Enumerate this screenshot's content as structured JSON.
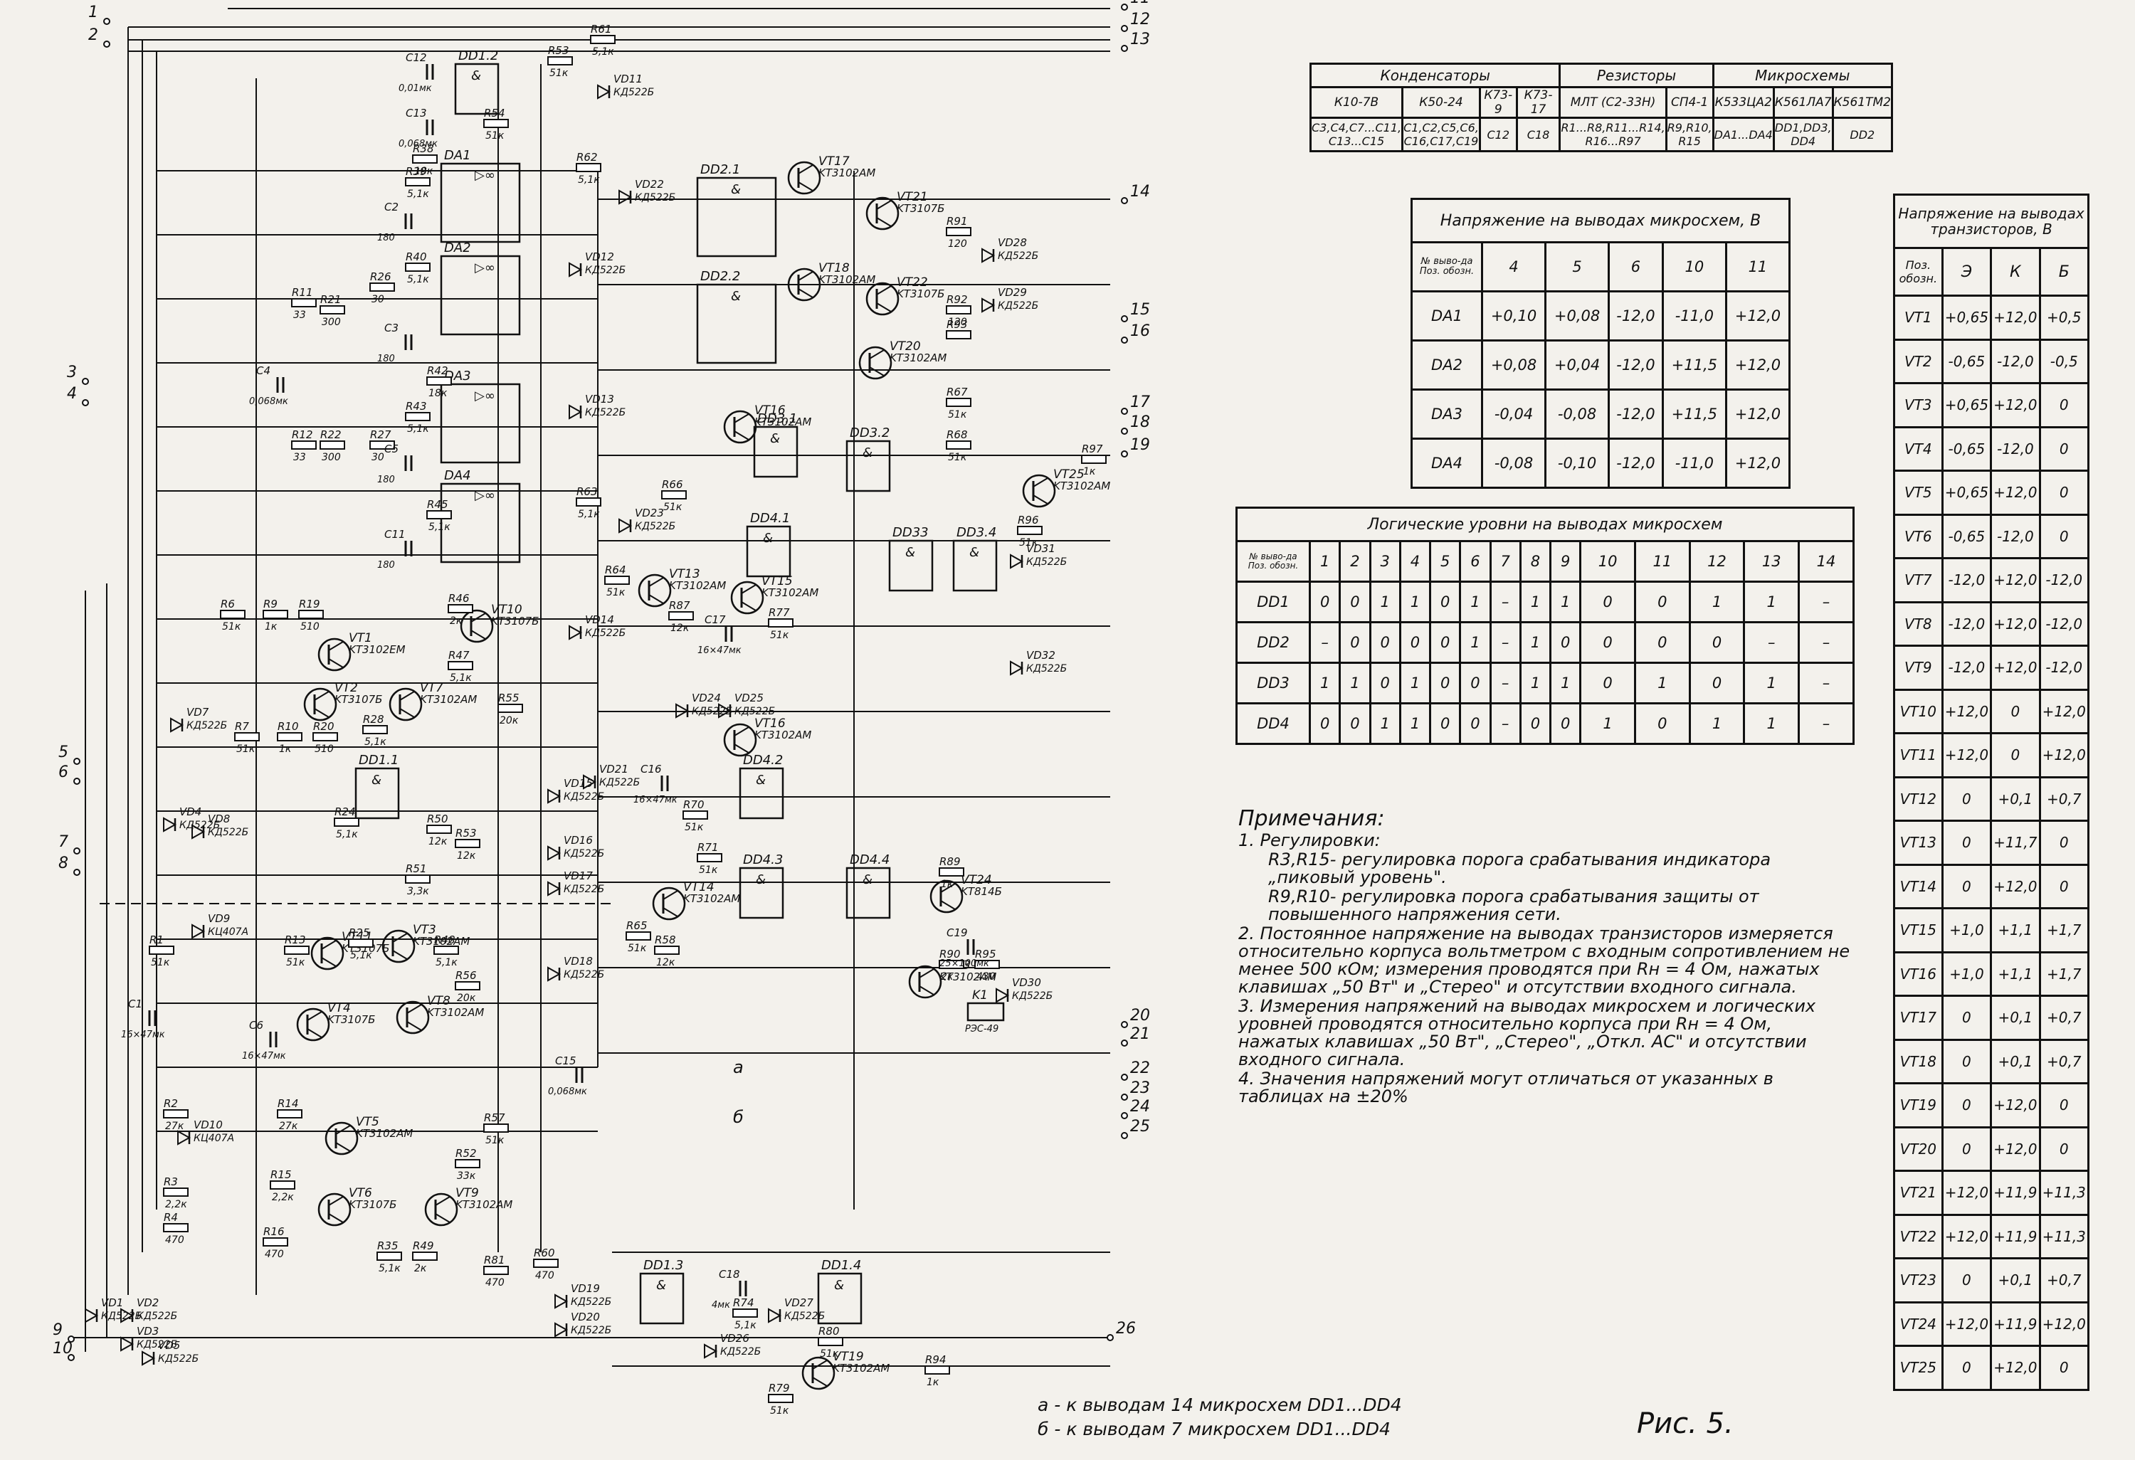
{
  "schematic": {
    "ics": [
      {
        "id": "DD1.2",
        "lab": "DD1.2"
      },
      {
        "id": "DA1",
        "lab": "DA1"
      },
      {
        "id": "DA2",
        "lab": "DA2"
      },
      {
        "id": "DA3",
        "lab": "DA3"
      },
      {
        "id": "DA4",
        "lab": "DA4"
      },
      {
        "id": "DD2.1",
        "lab": "DD2.1"
      },
      {
        "id": "DD2.2",
        "lab": "DD2.2"
      },
      {
        "id": "DD3.1",
        "lab": "DD3.1"
      },
      {
        "id": "DD3.2",
        "lab": "DD3.2"
      },
      {
        "id": "DD4.1",
        "lab": "DD4.1"
      },
      {
        "id": "DD3.3",
        "lab": "DD33"
      },
      {
        "id": "DD3.4",
        "lab": "DD3.4"
      },
      {
        "id": "DD1.1",
        "lab": "DD1.1"
      },
      {
        "id": "DD4.2",
        "lab": "DD4.2"
      },
      {
        "id": "DD4.3",
        "lab": "DD4.3"
      },
      {
        "id": "DD4.4",
        "lab": "DD4.4"
      },
      {
        "id": "DD1.3",
        "lab": "DD1.3"
      },
      {
        "id": "DD1.4",
        "lab": "DD1.4"
      }
    ],
    "transistors": [
      {
        "ref": "VT17",
        "type": "KT3102AM"
      },
      {
        "ref": "VT21",
        "type": "KT3107Б"
      },
      {
        "ref": "VT18",
        "type": "KT3102AM"
      },
      {
        "ref": "VT22",
        "type": "KT3107Б"
      },
      {
        "ref": "VT20",
        "type": "KT3102AM"
      },
      {
        "ref": "VT16",
        "type": "KT3102AM"
      },
      {
        "ref": "VT13",
        "type": "KT3102AM"
      },
      {
        "ref": "VT15",
        "type": "KT3102AM"
      },
      {
        "ref": "VT25",
        "type": "KT3102AM"
      },
      {
        "ref": "VT10",
        "type": "KT3107Б"
      },
      {
        "ref": "VT1",
        "type": "KT3102EM"
      },
      {
        "ref": "VT2",
        "type": "KT3107Б"
      },
      {
        "ref": "VT7",
        "type": "KT3102AM"
      },
      {
        "ref": "VT16",
        "type": "KT3102AM"
      },
      {
        "ref": "VT14",
        "type": "KT3102AM"
      },
      {
        "ref": "VT24",
        "type": "KT814Б"
      },
      {
        "ref": "VT23",
        "type": "KT3102AM"
      },
      {
        "ref": "VT11",
        "type": "KT3107Б"
      },
      {
        "ref": "VT3",
        "type": "KT3102AM"
      },
      {
        "ref": "VT4",
        "type": "KT3107Б"
      },
      {
        "ref": "VT8",
        "type": "KT3102AM"
      },
      {
        "ref": "VT5",
        "type": "KT3102AM"
      },
      {
        "ref": "VT6",
        "type": "KT3107Б"
      },
      {
        "ref": "VT9",
        "type": "KT3102AM"
      },
      {
        "ref": "VT19",
        "type": "KT3102AM"
      }
    ],
    "resistors": [
      {
        "ref": "R61",
        "val": "5,1к"
      },
      {
        "ref": "R53",
        "val": "51к"
      },
      {
        "ref": "R54",
        "val": "51к"
      },
      {
        "ref": "R38",
        "val": "18к"
      },
      {
        "ref": "R39",
        "val": "5,1к"
      },
      {
        "ref": "R62",
        "val": "5,1к"
      },
      {
        "ref": "R26",
        "val": "30"
      },
      {
        "ref": "R21",
        "val": "300"
      },
      {
        "ref": "R11",
        "val": "33"
      },
      {
        "ref": "R40",
        "val": "5,1к"
      },
      {
        "ref": "R12",
        "val": "33"
      },
      {
        "ref": "R22",
        "val": "300"
      },
      {
        "ref": "R27",
        "val": "30"
      },
      {
        "ref": "R42",
        "val": "18к"
      },
      {
        "ref": "R43",
        "val": "5,1к"
      },
      {
        "ref": "R45",
        "val": "5,1к"
      },
      {
        "ref": "R63",
        "val": "5,1к"
      },
      {
        "ref": "R64",
        "val": "51к"
      },
      {
        "ref": "R66",
        "val": "51к"
      },
      {
        "ref": "R87",
        "val": "12к"
      },
      {
        "ref": "R77",
        "val": "51к"
      },
      {
        "ref": "R91",
        "val": "120"
      },
      {
        "ref": "R92",
        "val": "120"
      },
      {
        "ref": "R93",
        "val": ""
      },
      {
        "ref": "R67",
        "val": "51к"
      },
      {
        "ref": "R68",
        "val": "51к"
      },
      {
        "ref": "R97",
        "val": "1к"
      },
      {
        "ref": "R96",
        "val": "51к"
      },
      {
        "ref": "R6",
        "val": "51к"
      },
      {
        "ref": "R9",
        "val": "1к"
      },
      {
        "ref": "R19",
        "val": "510"
      },
      {
        "ref": "R46",
        "val": "2к"
      },
      {
        "ref": "R47",
        "val": "5,1к"
      },
      {
        "ref": "R55",
        "val": "20к"
      },
      {
        "ref": "R28",
        "val": "5,1к"
      },
      {
        "ref": "R7",
        "val": "51к"
      },
      {
        "ref": "R10",
        "val": "1к"
      },
      {
        "ref": "R20",
        "val": "510"
      },
      {
        "ref": "R24",
        "val": "5,1к"
      },
      {
        "ref": "R50",
        "val": "12к"
      },
      {
        "ref": "R53",
        "val": "12к"
      },
      {
        "ref": "R51",
        "val": "3,3к"
      },
      {
        "ref": "R70",
        "val": "51к"
      },
      {
        "ref": "R71",
        "val": "51к"
      },
      {
        "ref": "R89",
        "val": "1к"
      },
      {
        "ref": "R65",
        "val": "51к"
      },
      {
        "ref": "R58",
        "val": "12к"
      },
      {
        "ref": "R90",
        "val": "2к"
      },
      {
        "ref": "R95",
        "val": "430"
      },
      {
        "ref": "R1",
        "val": "51к"
      },
      {
        "ref": "R13",
        "val": "51к"
      },
      {
        "ref": "R25",
        "val": "5,1к"
      },
      {
        "ref": "R48",
        "val": "5,1к"
      },
      {
        "ref": "R56",
        "val": "20к"
      },
      {
        "ref": "R2",
        "val": "27к"
      },
      {
        "ref": "R14",
        "val": "27к"
      },
      {
        "ref": "R15",
        "val": "2,2к"
      },
      {
        "ref": "R57",
        "val": "51к"
      },
      {
        "ref": "R52",
        "val": "33к"
      },
      {
        "ref": "R3",
        "val": "2,2к"
      },
      {
        "ref": "R4",
        "val": "470"
      },
      {
        "ref": "R16",
        "val": "470"
      },
      {
        "ref": "R35",
        "val": "5,1к"
      },
      {
        "ref": "R49",
        "val": "2к"
      },
      {
        "ref": "R60",
        "val": "470"
      },
      {
        "ref": "R81",
        "val": "470"
      },
      {
        "ref": "R74",
        "val": "5,1к"
      },
      {
        "ref": "R80",
        "val": "51к"
      },
      {
        "ref": "R79",
        "val": "51к"
      },
      {
        "ref": "R94",
        "val": "1к"
      }
    ],
    "capacitors": [
      {
        "ref": "C12",
        "val": "0,01мк"
      },
      {
        "ref": "C13",
        "val": "0,068мк"
      },
      {
        "ref": "C2",
        "val": "180"
      },
      {
        "ref": "C3",
        "val": "180"
      },
      {
        "ref": "C4",
        "val": "0,068мк"
      },
      {
        "ref": "C11",
        "val": "180"
      },
      {
        "ref": "C16",
        "val": "16×47мк"
      },
      {
        "ref": "C19",
        "val": "25×100мк"
      },
      {
        "ref": "C1",
        "val": "16×47мк"
      },
      {
        "ref": "C6",
        "val": "16×47мк"
      },
      {
        "ref": "C15",
        "val": "0,068мк"
      },
      {
        "ref": "C18",
        "val": "4мк"
      },
      {
        "ref": "C5",
        "val": "180"
      },
      {
        "ref": "C17",
        "val": "16×47мк"
      }
    ],
    "diodes": [
      {
        "ref": "VD11",
        "type": "КД522Б"
      },
      {
        "ref": "VD22",
        "type": "КД522Б"
      },
      {
        "ref": "VD12",
        "type": "КД522Б"
      },
      {
        "ref": "VD28",
        "type": "КД522Б"
      },
      {
        "ref": "VD29",
        "type": "КД522Б"
      },
      {
        "ref": "VD13",
        "type": "КД522Б"
      },
      {
        "ref": "VD23",
        "type": "КД522Б"
      },
      {
        "ref": "VD14",
        "type": "КД522Б"
      },
      {
        "ref": "VD31",
        "type": "КД522Б"
      },
      {
        "ref": "VD32",
        "type": "КД522Б"
      },
      {
        "ref": "VD24",
        "type": "КД522Б"
      },
      {
        "ref": "VD25",
        "type": "КД522Б"
      },
      {
        "ref": "VD21",
        "type": "КД522Б"
      },
      {
        "ref": "VD15",
        "type": "КД522Б"
      },
      {
        "ref": "VD16",
        "type": "КД522Б"
      },
      {
        "ref": "VD17",
        "type": "КД522Б"
      },
      {
        "ref": "VD18",
        "type": "КД522Б"
      },
      {
        "ref": "VD30",
        "type": "КД522Б"
      },
      {
        "ref": "VD7",
        "type": "КД522Б"
      },
      {
        "ref": "VD8",
        "type": "КД522Б"
      },
      {
        "ref": "VD4",
        "type": "КД522Б"
      },
      {
        "ref": "VD9",
        "type": "КЦ407А"
      },
      {
        "ref": "VD10",
        "type": "КЦ407А"
      },
      {
        "ref": "VD1",
        "type": "КД522Б"
      },
      {
        "ref": "VD2",
        "type": "КД522Б"
      },
      {
        "ref": "VD3",
        "type": "КД522Б"
      },
      {
        "ref": "VD5",
        "type": "КД522Б"
      },
      {
        "ref": "VD19",
        "type": "КД522Б"
      },
      {
        "ref": "VD20",
        "type": "КД522Б"
      },
      {
        "ref": "VD26",
        "type": "КД522Б"
      },
      {
        "ref": "VD27",
        "type": "КД522Б"
      }
    ],
    "relay": {
      "ref": "K1",
      "val": "РЭС-49"
    },
    "connector_pins": [
      "1",
      "2",
      "3",
      "4",
      "5",
      "6",
      "7",
      "8",
      "9",
      "10",
      "11",
      "12",
      "13",
      "14",
      "15",
      "16",
      "17",
      "18",
      "19",
      "20",
      "21",
      "22",
      "23",
      "24",
      "25",
      "26"
    ],
    "bus_labels": [
      "а",
      "б"
    ]
  },
  "components_table": {
    "groups": [
      "Конденсаторы",
      "Резисторы",
      "Микросхемы"
    ],
    "types": [
      "К10-7В",
      "К50-24",
      "К73-9",
      "К73-17",
      "МЛТ (С2-33Н)",
      "СП4-1",
      "К533ЦА2",
      "К561ЛА7",
      "К561ТМ2"
    ],
    "refs": [
      "С3,С4,С7...С11,\nС13...С15",
      "С1,С2,С5,С6,\nС16,С17,С19",
      "С12",
      "С18",
      "R1...R8,R11...R14,\nR16...R97",
      "R9,R10,\nR15",
      "DA1...DA4",
      "DD1,DD3,\nDD4",
      "DD2"
    ]
  },
  "ic_voltage_table": {
    "title": "Напряжение на выводах микросхем, В",
    "corner_top": "№ выво-да",
    "corner_bottom": "Поз. обозн.",
    "pins": [
      "4",
      "5",
      "6",
      "10",
      "11"
    ],
    "rows": [
      {
        "name": "DA1",
        "vals": [
          "+0,10",
          "+0,08",
          "-12,0",
          "-11,0",
          "+12,0"
        ]
      },
      {
        "name": "DA2",
        "vals": [
          "+0,08",
          "+0,04",
          "-12,0",
          "+11,5",
          "+12,0"
        ]
      },
      {
        "name": "DA3",
        "vals": [
          "-0,04",
          "-0,08",
          "-12,0",
          "+11,5",
          "+12,0"
        ]
      },
      {
        "name": "DA4",
        "vals": [
          "-0,08",
          "-0,10",
          "-12,0",
          "-11,0",
          "+12,0"
        ]
      }
    ]
  },
  "logic_table": {
    "title": "Логические уровни на выводах микросхем",
    "corner_top": "№ выво-да",
    "corner_bottom": "Поз. обозн.",
    "pins": [
      "1",
      "2",
      "3",
      "4",
      "5",
      "6",
      "7",
      "8",
      "9",
      "10",
      "11",
      "12",
      "13",
      "14"
    ],
    "rows": [
      {
        "name": "DD1",
        "vals": [
          "0",
          "0",
          "1",
          "1",
          "0",
          "1",
          "–",
          "1",
          "1",
          "0",
          "0",
          "1",
          "1",
          "–"
        ]
      },
      {
        "name": "DD2",
        "vals": [
          "–",
          "0",
          "0",
          "0",
          "0",
          "1",
          "–",
          "1",
          "0",
          "0",
          "0",
          "0",
          "–",
          "–"
        ]
      },
      {
        "name": "DD3",
        "vals": [
          "1",
          "1",
          "0",
          "1",
          "0",
          "0",
          "–",
          "1",
          "1",
          "0",
          "1",
          "0",
          "1",
          "–"
        ]
      },
      {
        "name": "DD4",
        "vals": [
          "0",
          "0",
          "1",
          "1",
          "0",
          "0",
          "–",
          "0",
          "0",
          "1",
          "0",
          "1",
          "1",
          "–"
        ]
      }
    ]
  },
  "transistor_table": {
    "title": "Напряжение на выводах транзисторов, В",
    "pos_label": "Поз. обозн.",
    "cols": [
      "Э",
      "К",
      "Б"
    ],
    "rows": [
      {
        "name": "VT1",
        "vals": [
          "+0,65",
          "+12,0",
          "+0,5"
        ]
      },
      {
        "name": "VT2",
        "vals": [
          "-0,65",
          "-12,0",
          "-0,5"
        ]
      },
      {
        "name": "VT3",
        "vals": [
          "+0,65",
          "+12,0",
          "0"
        ]
      },
      {
        "name": "VT4",
        "vals": [
          "-0,65",
          "-12,0",
          "0"
        ]
      },
      {
        "name": "VT5",
        "vals": [
          "+0,65",
          "+12,0",
          "0"
        ]
      },
      {
        "name": "VT6",
        "vals": [
          "-0,65",
          "-12,0",
          "0"
        ]
      },
      {
        "name": "VT7",
        "vals": [
          "-12,0",
          "+12,0",
          "-12,0"
        ]
      },
      {
        "name": "VT8",
        "vals": [
          "-12,0",
          "+12,0",
          "-12,0"
        ]
      },
      {
        "name": "VT9",
        "vals": [
          "-12,0",
          "+12,0",
          "-12,0"
        ]
      },
      {
        "name": "VT10",
        "vals": [
          "+12,0",
          "0",
          "+12,0"
        ]
      },
      {
        "name": "VT11",
        "vals": [
          "+12,0",
          "0",
          "+12,0"
        ]
      },
      {
        "name": "VT12",
        "vals": [
          "0",
          "+0,1",
          "+0,7"
        ]
      },
      {
        "name": "VT13",
        "vals": [
          "0",
          "+11,7",
          "0"
        ]
      },
      {
        "name": "VT14",
        "vals": [
          "0",
          "+12,0",
          "0"
        ]
      },
      {
        "name": "VT15",
        "vals": [
          "+1,0",
          "+1,1",
          "+1,7"
        ]
      },
      {
        "name": "VT16",
        "vals": [
          "+1,0",
          "+1,1",
          "+1,7"
        ]
      },
      {
        "name": "VT17",
        "vals": [
          "0",
          "+0,1",
          "+0,7"
        ]
      },
      {
        "name": "VT18",
        "vals": [
          "0",
          "+0,1",
          "+0,7"
        ]
      },
      {
        "name": "VT19",
        "vals": [
          "0",
          "+12,0",
          "0"
        ]
      },
      {
        "name": "VT20",
        "vals": [
          "0",
          "+12,0",
          "0"
        ]
      },
      {
        "name": "VT21",
        "vals": [
          "+12,0",
          "+11,9",
          "+11,3"
        ]
      },
      {
        "name": "VT22",
        "vals": [
          "+12,0",
          "+11,9",
          "+11,3"
        ]
      },
      {
        "name": "VT23",
        "vals": [
          "0",
          "+0,1",
          "+0,7"
        ]
      },
      {
        "name": "VT24",
        "vals": [
          "+12,0",
          "+11,9",
          "+12,0"
        ]
      },
      {
        "name": "VT25",
        "vals": [
          "0",
          "+12,0",
          "0"
        ]
      }
    ]
  },
  "notes": {
    "title": "Примечания:",
    "n1": "1. Регулировки:",
    "n1a": "R3,R15- регулировка порога срабатывания индикатора „пиковый уровень\".",
    "n1b": "R9,R10- регулировка порога срабатывания защиты от повышенного напряжения сети.",
    "n2": "2. Постоянное напряжение на выводах транзисторов измеряется относительно корпуса вольтметром с входным сопротивлением не менее 500 кОм; измерения проводятся при Rн = 4 Ом, нажатых клавишах „50 Вт\" и „Стерео\" и отсутствии входного сигнала.",
    "n3": "3. Измерения напряжений на выводах микросхем и логических уровней проводятся относительно корпуса при Rн = 4 Ом, нажатых клавишах „50 Вт\", „Стерео\", „Откл. АС\" и отсутствии входного сигнала.",
    "n4": "4. Значения напряжений могут отличаться от указанных в таблицах на ±20%"
  },
  "legend": {
    "a": "а - к выводам 14 микросхем DD1...DD4",
    "b": "б - к выводам 7 микросхем DD1...DD4"
  },
  "figure_label": "Рис. 5."
}
